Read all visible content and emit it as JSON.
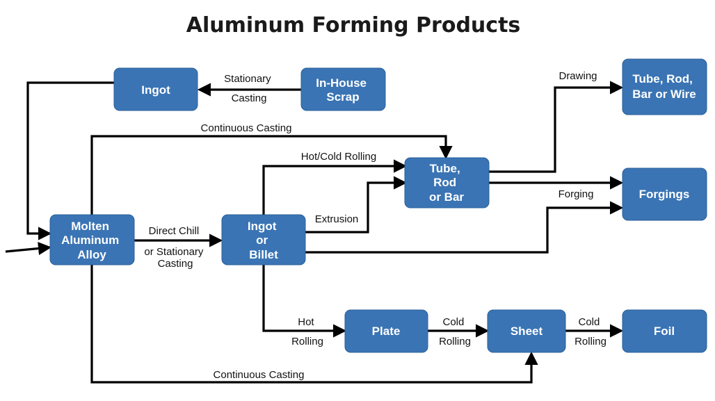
{
  "title": "Aluminum Forming Products",
  "nodes": {
    "ingot_top": [
      "Ingot"
    ],
    "in_house_scrap": [
      "In-House",
      "Scrap"
    ],
    "molten_alloy": [
      "Molten",
      "Aluminum",
      "Alloy"
    ],
    "ingot_billet": [
      "Ingot",
      "or",
      "Billet"
    ],
    "tube_rod_bar": [
      "Tube,",
      "Rod",
      "or Bar"
    ],
    "tube_rod_bar_wire": [
      "Tube, Rod,",
      "Bar or Wire"
    ],
    "forgings": [
      "Forgings"
    ],
    "plate": [
      "Plate"
    ],
    "sheet": [
      "Sheet"
    ],
    "foil": [
      "Foil"
    ]
  },
  "edge_labels": {
    "stationary_casting": [
      "Stationary",
      "Casting"
    ],
    "continuous_casting_top": [
      "Continuous Casting"
    ],
    "direct_chill": [
      "Direct Chill",
      "or Stationary",
      "Casting"
    ],
    "hot_cold_rolling": [
      "Hot/Cold Rolling"
    ],
    "extrusion": [
      "Extrusion"
    ],
    "drawing": [
      "Drawing"
    ],
    "forging": [
      "Forging"
    ],
    "hot_rolling": [
      "Hot",
      "Rolling"
    ],
    "cold_rolling_1": [
      "Cold",
      "Rolling"
    ],
    "cold_rolling_2": [
      "Cold",
      "Rolling"
    ],
    "continuous_casting_bottom": [
      "Continuous Casting"
    ]
  },
  "colors": {
    "node_fill": "#3a74b4",
    "node_text": "#ffffff",
    "line": "#000000"
  }
}
